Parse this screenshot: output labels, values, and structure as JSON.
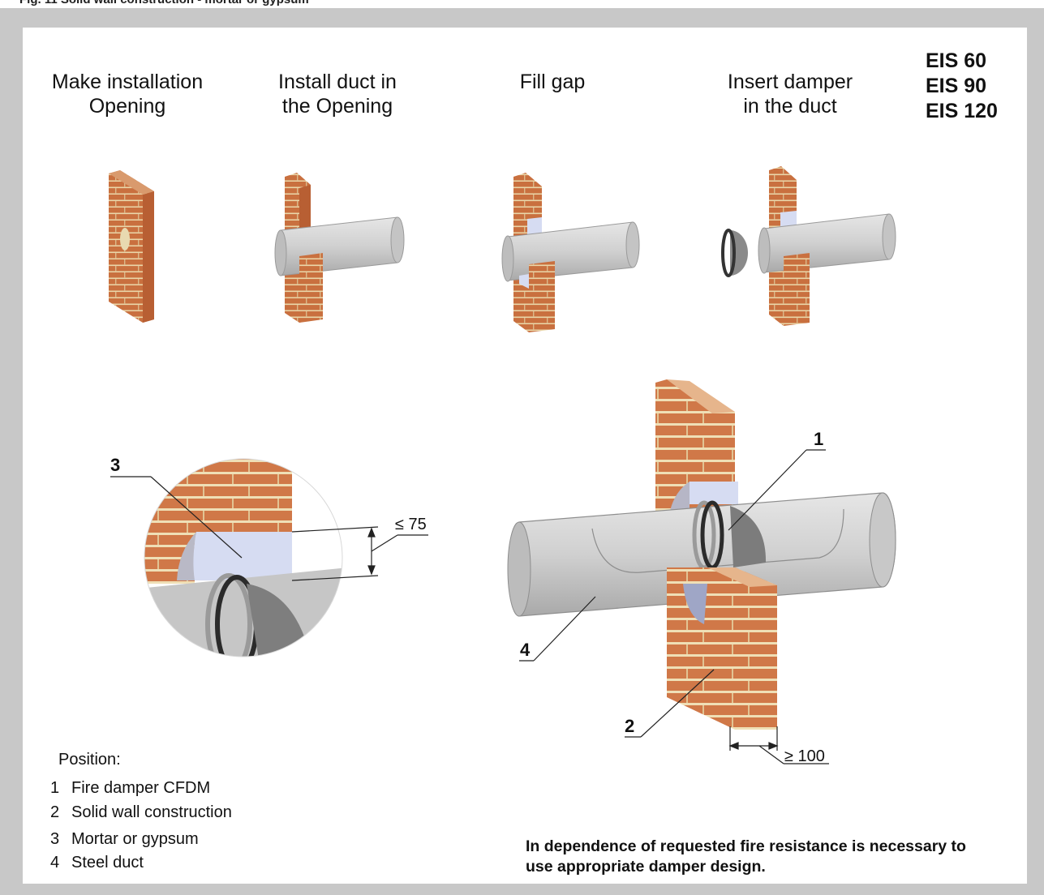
{
  "caption": "Fig. 11    Solid wall construction - mortar or gypsum",
  "steps": [
    {
      "line1": "Make installation",
      "line2": "Opening"
    },
    {
      "line1": "Install duct in",
      "line2": "the Opening"
    },
    {
      "line1": "Fill gap",
      "line2": ""
    },
    {
      "line1": "Insert damper",
      "line2": "in the duct"
    }
  ],
  "classes": [
    "EIS 60",
    "EIS 90",
    "EIS 120"
  ],
  "callouts": {
    "c1": "1",
    "c2": "2",
    "c3": "3",
    "c4": "4"
  },
  "dimensions": {
    "gap": "≤ 75",
    "wall": "≥ 100"
  },
  "legend": {
    "title": "Position:",
    "items": [
      {
        "num": "1",
        "label": "Fire damper CFDM"
      },
      {
        "num": "2",
        "label": "Solid wall construction"
      },
      {
        "num": "3",
        "label": "Mortar or gypsum"
      },
      {
        "num": "4",
        "label": "Steel duct"
      }
    ]
  },
  "note": {
    "line1": "In dependence of requested fire resistance is necessary to",
    "line2": "use appropriate damper design."
  },
  "colors": {
    "brick": "#c9703f",
    "mortar_line": "#e8d6a8",
    "duct": "#d2d2d2",
    "fill": "#d6dcf2",
    "frame": "#c8c8c8"
  }
}
